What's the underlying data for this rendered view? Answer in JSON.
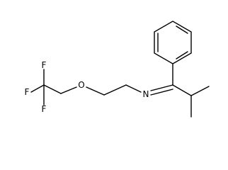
{
  "molecule": {
    "atoms": {
      "f_top": "F",
      "f_left": "F",
      "f_bottom": "F",
      "oxygen": "O",
      "nitrogen": "N"
    }
  }
}
